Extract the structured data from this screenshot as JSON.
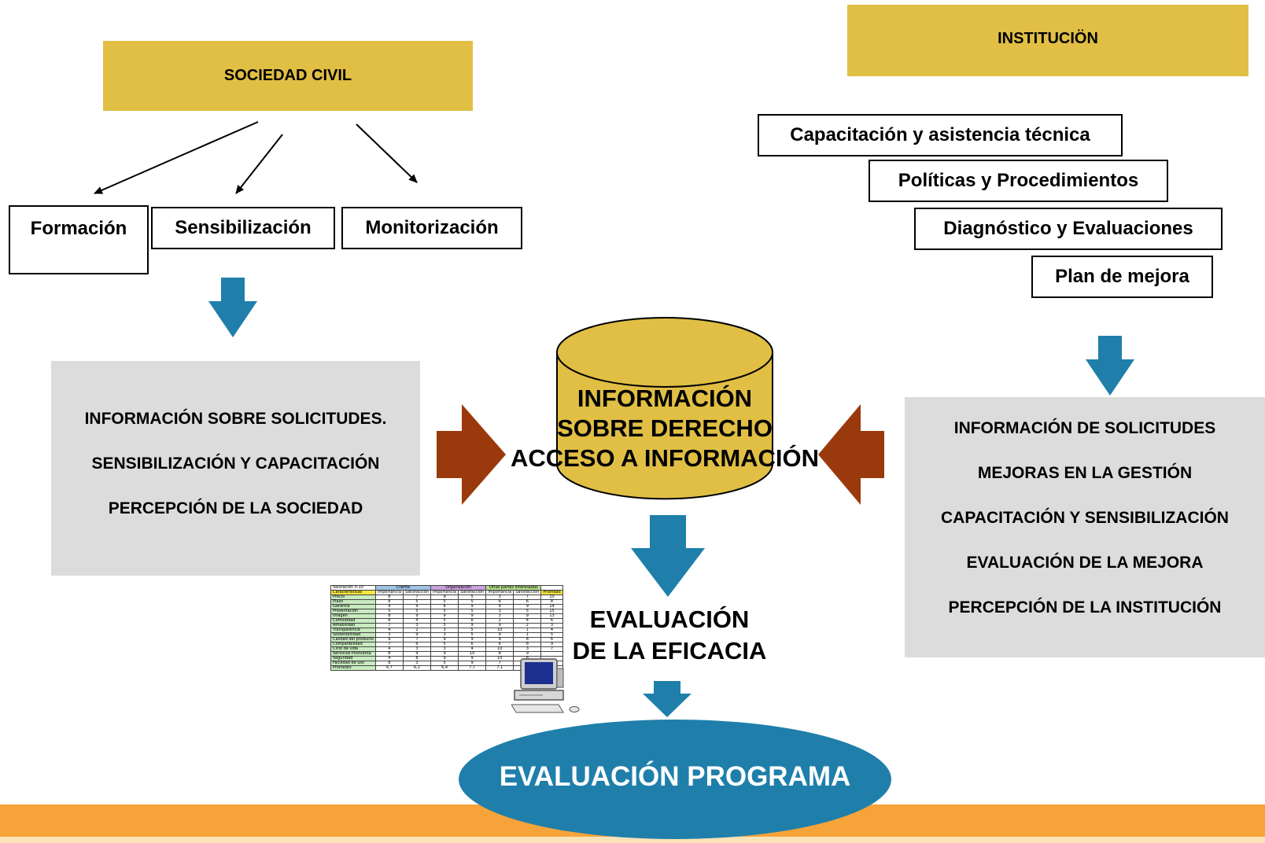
{
  "colors": {
    "gold": "#e1bf45",
    "gray_panel": "#dcdcdc",
    "blue_arrow": "#1f7faa",
    "red_arrow": "#9a3a0c",
    "ellipse": "#1f7faa",
    "footer_orange": "#f6a43a",
    "footer_light": "#fbe2b7"
  },
  "left": {
    "header": "SOCIEDAD CIVIL",
    "items": [
      {
        "label": "Formación"
      },
      {
        "label": "Sensibilización"
      },
      {
        "label": "Monitorización"
      }
    ],
    "panel_lines": [
      "INFORMACIÓN SOBRE SOLICITUDES.",
      "SENSIBILIZACIÓN Y CAPACITACIÓN",
      "PERCEPCIÓN DE LA SOCIEDAD"
    ]
  },
  "right": {
    "header": "INSTITUCIÖN",
    "steps": [
      {
        "label": "Capacitación y asistencia técnica"
      },
      {
        "label": "Políticas y Procedimientos"
      },
      {
        "label": "Diagnóstico y Evaluaciones"
      },
      {
        "label": "Plan de mejora"
      }
    ],
    "panel_lines": [
      "INFORMACIÓN DE SOLICITUDES",
      "MEJORAS EN LA GESTIÓN",
      "CAPACITACIÓN Y SENSIBILIZACIÓN",
      "EVALUACIÓN DE LA MEJORA",
      "PERCEPCIÓN DE LA INSTITUCIÓN"
    ]
  },
  "center": {
    "db_lines": [
      "INFORMACIÓN",
      "SOBRE DERECHO",
      "ACCESO A INFORMACIÓN"
    ],
    "eval_lines": [
      "EVALUACIÓN",
      "DE LA EFICACIA"
    ],
    "program": "EVALUACIÓN PROGRAMA"
  },
  "mini_table": {
    "group_headers": [
      "Valoración 0-10",
      "Cliente",
      "Organización",
      "Otras partes interesadas"
    ],
    "columns": [
      "Características",
      "Importancia",
      "Satisfacción",
      "Importancia",
      "Satisfacción",
      "Importancia",
      "Satisfacción",
      "Prioridad"
    ],
    "rows": [
      [
        "Precio",
        "8",
        "7",
        "9",
        "5",
        "3",
        "7",
        "10"
      ],
      [
        "Plazo",
        "8",
        "5",
        "5",
        "5",
        "6",
        "6",
        "8"
      ],
      [
        "Garantía",
        "9",
        "9",
        "8",
        "9",
        "9",
        "9",
        "14"
      ],
      [
        "Presentación",
        "5",
        "5",
        "5",
        "5",
        "3",
        "5",
        "15"
      ],
      [
        "Imagen",
        "8",
        "9",
        "9",
        "9",
        "3",
        "9",
        "13"
      ],
      [
        "Comodidad",
        "8",
        "4",
        "5",
        "8",
        "2",
        "4",
        "6"
      ],
      [
        "Amabilidad",
        "7",
        "3",
        "5",
        "9",
        "9",
        "2",
        "3"
      ],
      [
        "Transparencia",
        "4",
        "2",
        "3",
        "5",
        "10",
        "1",
        "4"
      ],
      [
        "Sostenibilidad",
        "3",
        "9",
        "3",
        "5",
        "9",
        "1",
        "5"
      ],
      [
        "Calidad del producto",
        "9",
        "7",
        "9",
        "9",
        "9",
        "8",
        "6"
      ],
      [
        "Compatibilidad",
        "7",
        "6",
        "5",
        "6",
        "6",
        "8",
        "9"
      ],
      [
        "Ciclo de vida",
        "4",
        "3",
        "3",
        "4",
        "10",
        "3",
        "7"
      ],
      [
        "Servicios Postventa",
        "8",
        "9",
        "9",
        "10",
        "8",
        "9",
        ""
      ],
      [
        "Seguridad",
        "4",
        "8",
        "9",
        "9",
        "10",
        "8",
        ""
      ],
      [
        "Facilidad de uso",
        "8",
        "3",
        "5",
        "9",
        "7",
        "9",
        ""
      ],
      [
        "Promedio",
        "6,7",
        "6,2",
        "6,4",
        "7,7",
        "7,1",
        "5,7",
        ""
      ]
    ]
  }
}
